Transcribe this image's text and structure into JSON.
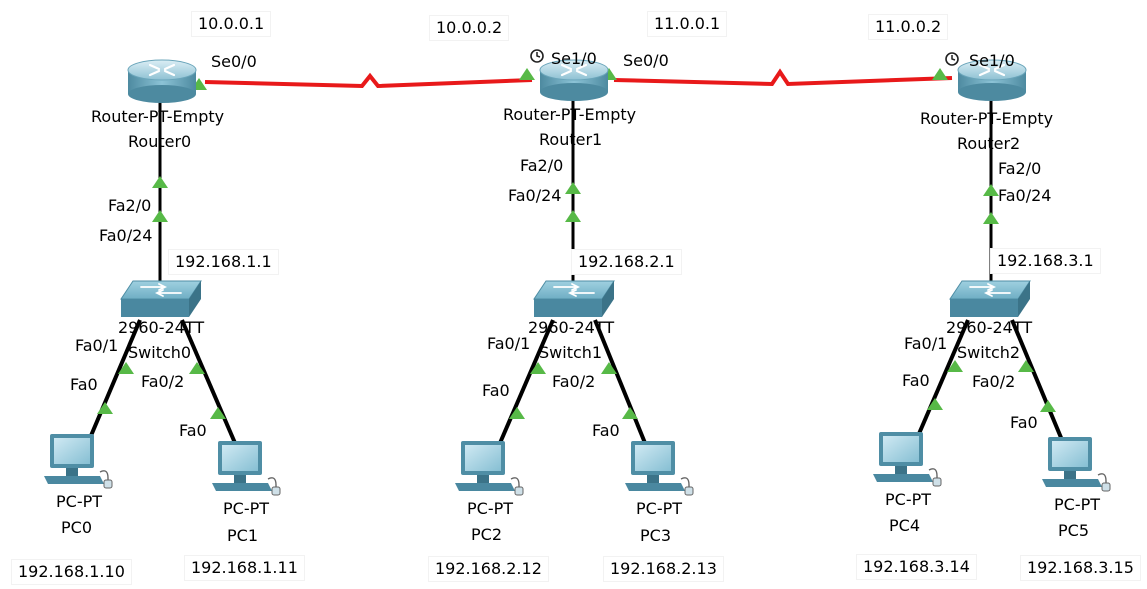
{
  "colors": {
    "serial_link": "#e8191a",
    "ethernet_link": "#000000",
    "port_up": "#57b947",
    "device_body": "#5a9fb8"
  },
  "routers": [
    {
      "model": "Router-PT-Empty",
      "name": "Router0",
      "clock_icon": false
    },
    {
      "model": "Router-PT-Empty",
      "name": "Router1",
      "clock_icon": true
    },
    {
      "model": "Router-PT-Empty",
      "name": "Router2",
      "clock_icon": true
    }
  ],
  "switches": [
    {
      "model": "2960-24TT",
      "name": "Switch0"
    },
    {
      "model": "2960-24TT",
      "name": "Switch1"
    },
    {
      "model": "2960-24TT",
      "name": "Switch2"
    }
  ],
  "pcs": [
    {
      "model": "PC-PT",
      "name": "PC0",
      "ip": "192.168.1.10"
    },
    {
      "model": "PC-PT",
      "name": "PC1",
      "ip": "192.168.1.11"
    },
    {
      "model": "PC-PT",
      "name": "PC2",
      "ip": "192.168.2.12"
    },
    {
      "model": "PC-PT",
      "name": "PC3",
      "ip": "192.168.2.13"
    },
    {
      "model": "PC-PT",
      "name": "PC4",
      "ip": "192.168.3.14"
    },
    {
      "model": "PC-PT",
      "name": "PC5",
      "ip": "192.168.3.15"
    }
  ],
  "serial_ips": [
    "10.0.0.1",
    "10.0.0.2",
    "11.0.0.1",
    "11.0.0.2"
  ],
  "gateway_ips": [
    "192.168.1.1",
    "192.168.2.1",
    "192.168.3.1"
  ],
  "ports": {
    "se00": "Se0/0",
    "se10": "Se1/0",
    "fa20": "Fa2/0",
    "fa024": "Fa0/24",
    "fa01": "Fa0/1",
    "fa02": "Fa0/2",
    "fa0": "Fa0"
  }
}
